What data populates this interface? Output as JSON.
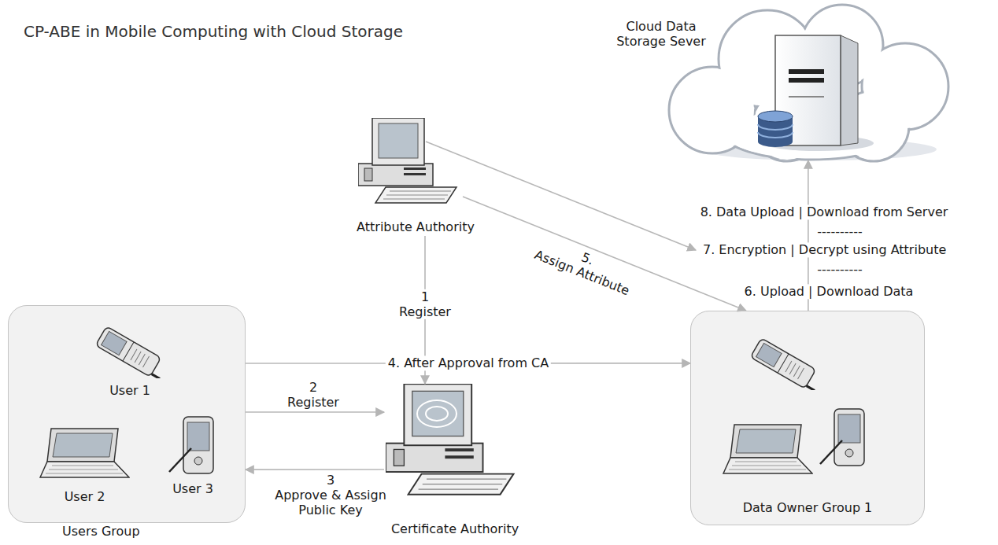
{
  "diagram": {
    "title": "CP-ABE in Mobile Computing with Cloud Storage",
    "nodes": [
      {
        "text": [
          "Users Group"
        ]
      },
      {
        "text": [
          "User 1"
        ],
        "in": 0
      },
      {
        "text": [
          "User 2"
        ],
        "in": 0
      },
      {
        "text": [
          "User 3"
        ],
        "in": 0
      },
      {
        "text": [
          "Attribute Authority"
        ]
      },
      {
        "text": [
          "Certificate Authority"
        ]
      },
      {
        "text": [
          "Data Owner Group 1"
        ]
      },
      {
        "text": [
          "Cloud Data Storage Sever"
        ]
      }
    ],
    "edges": [
      {
        "from": 4,
        "to": 5,
        "label": "1 Register",
        "arrow": "to"
      },
      {
        "from": 0,
        "to": 5,
        "label": "2 Register",
        "arrow": "to"
      },
      {
        "from": 5,
        "to": 0,
        "label": "3 Approve & Assign Public Key",
        "arrow": "to"
      },
      {
        "from": 0,
        "to": 6,
        "label": "4. After Approval from CA",
        "arrow": "to"
      },
      {
        "from": 4,
        "to": 6,
        "label": "5. Assign Attribute",
        "arrow": "to"
      },
      {
        "from": 6,
        "to": 7,
        "arrow": "to"
      }
    ],
    "labels": [
      "8. Data Upload | Download from Server",
      "----------",
      "7. Encryption | Decrypt using Attribute",
      "----------",
      "6. Upload | Download Data"
    ]
  }
}
